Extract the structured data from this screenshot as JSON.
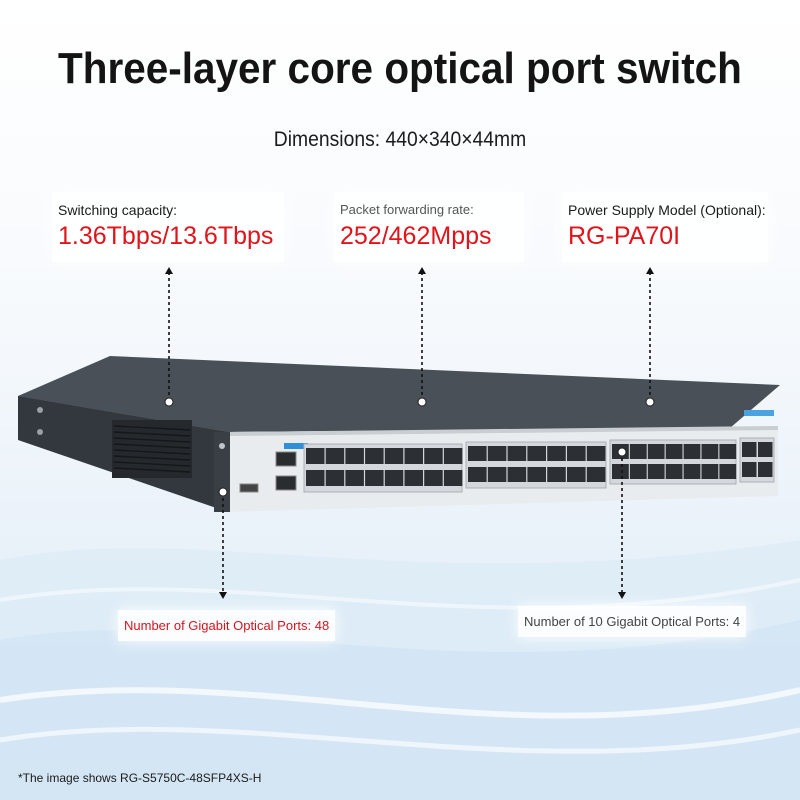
{
  "title": "Three-layer core optical port switch",
  "dimensions": "Dimensions: 440×340×44mm",
  "specs": [
    {
      "label": "Switching capacity:",
      "value": "1.36Tbps/13.6Tbps"
    },
    {
      "label": "Packet forwarding rate:",
      "value": "252/462Mpps"
    },
    {
      "label": "Power Supply Model (Optional):",
      "value": "RG-PA70I"
    }
  ],
  "ports": {
    "gigabit": "Number of Gigabit Optical Ports: 48",
    "ten_gigabit": "Number of 10 Gigabit Optical Ports: 4"
  },
  "footnote": "*The image shows RG-S5750C-48SFP4XS-H",
  "colors": {
    "accent_red": "#e0141b",
    "title_text": "#141414",
    "chassis_dark": "#3a3f45",
    "faceplate": "#e9ecef"
  }
}
